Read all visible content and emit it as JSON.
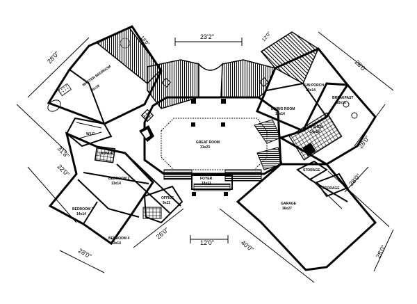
{
  "rooms": {
    "master_bedroom": {
      "name": "MASTER BEDROOM",
      "size": "26x18"
    },
    "wic": {
      "name": "W.I.C."
    },
    "laundry": {
      "name": "LAUNDRY"
    },
    "bedroom2": {
      "name": "BEDROOM 2",
      "size": "13x14"
    },
    "bedroom3": {
      "name": "BEDROOM 3",
      "size": "14x14"
    },
    "bedroom4": {
      "name": "BEDROOM 4",
      "size": "13x14"
    },
    "office": {
      "name": "OFFICE",
      "size": "9x11"
    },
    "great_room": {
      "name": "GREAT ROOM",
      "size": "31x23"
    },
    "dining_room": {
      "name": "DINING ROOM",
      "size": "14x14"
    },
    "sun_porch": {
      "name": "SUN PORCH",
      "size": "13x14"
    },
    "breakfast": {
      "name": "BREAKFAST",
      "size": "18x11"
    },
    "kitchen": {
      "name": "KITCHEN",
      "size": "14x14"
    },
    "storage1": {
      "name": "STORAGE"
    },
    "storage2": {
      "name": "STORAGE"
    },
    "garage": {
      "name": "GARAGE",
      "size": "36x27"
    },
    "foyer": {
      "name": "FOYER",
      "size": "14x11"
    }
  },
  "dimensions": {
    "top_center": "23'2\"",
    "top_left_porch": "18'0\"",
    "top_right_porch": "12'0\"",
    "left_wing_top": "28'0\"",
    "left_wing_mid": "31'8\"",
    "left_wing_lower": "22'0\"",
    "bottom_left": "28'0\"",
    "bottom_left_mid": "26'0\"",
    "bottom_center": "12'0\"",
    "garage_bottom": "40'0\"",
    "right_top": "28'0\"",
    "right_mid": "28'0\"",
    "right_lower": "28'0\"",
    "right_bottom": "28'0\""
  }
}
